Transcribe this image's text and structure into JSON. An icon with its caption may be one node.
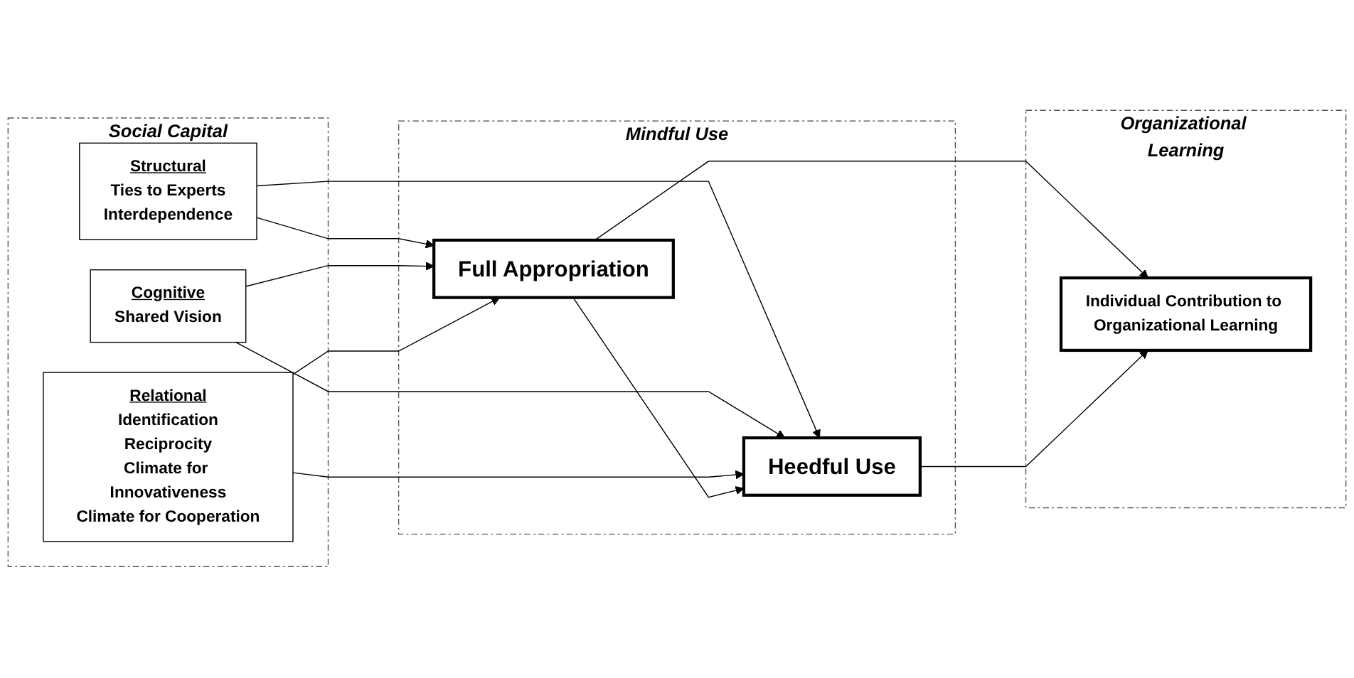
{
  "diagram": {
    "nodes": [
      {
        "text": [
          "Social Capital"
        ]
      },
      {
        "text": [
          "Structural",
          "Ties to Experts",
          "Interdependence"
        ],
        "in": 0
      },
      {
        "text": [
          "Cognitive",
          "Shared Vision"
        ],
        "in": 0
      },
      {
        "text": [
          "Relational",
          "Identification",
          "Reciprocity",
          "Climate for Innovativeness",
          "Climate for Cooperation"
        ],
        "in": 0
      },
      {
        "text": [
          "Mindful Use"
        ]
      },
      {
        "text": [
          "Full Appropriation"
        ],
        "in": 4
      },
      {
        "text": [
          "Heedful Use"
        ],
        "in": 4
      },
      {
        "text": [
          "Organizational Learning"
        ]
      },
      {
        "text": [
          "Individual Contribution to Organizational Learning"
        ],
        "in": 7
      }
    ],
    "edges": [
      {
        "from": 1,
        "to": 5,
        "arrow": "to"
      },
      {
        "from": 1,
        "to": 6,
        "arrow": "to"
      },
      {
        "from": 2,
        "to": 5,
        "arrow": "to"
      },
      {
        "from": 2,
        "to": 6,
        "arrow": "to"
      },
      {
        "from": 3,
        "to": 5,
        "arrow": "to"
      },
      {
        "from": 3,
        "to": 6,
        "arrow": "to"
      },
      {
        "from": 5,
        "to": 6,
        "arrow": "to"
      },
      {
        "from": 5,
        "to": 8,
        "arrow": "to"
      },
      {
        "from": 6,
        "to": 8,
        "arrow": "to"
      }
    ]
  }
}
